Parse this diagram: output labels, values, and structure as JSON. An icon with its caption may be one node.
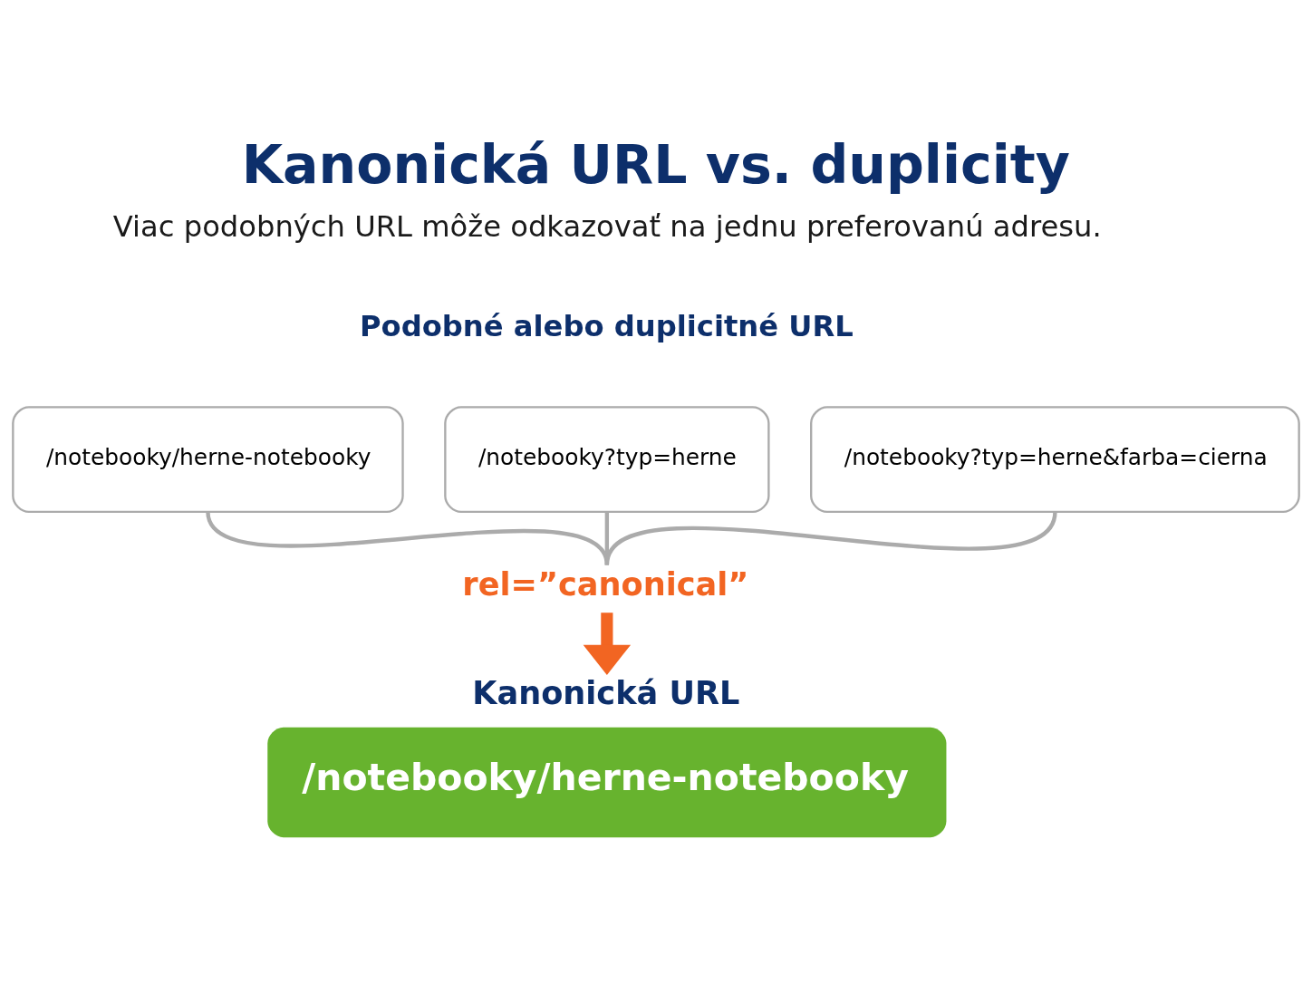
{
  "diagram": {
    "title": "Kanonická URL vs. duplicity",
    "nodes": [
      {
        "text": [
          "/notebooky/herne-notebooky"
        ]
      },
      {
        "text": [
          "/notebooky?typ=herne"
        ]
      },
      {
        "text": [
          "/notebooky?typ=herne&farba=cierna"
        ]
      },
      {
        "text": [
          "rel=”canonical”"
        ]
      },
      {
        "text": [
          "Kanonická URL",
          "/notebooky/herne-notebooky"
        ]
      }
    ],
    "edges": [
      {
        "from": 0,
        "to": 3,
        "arrow": "none"
      },
      {
        "from": 1,
        "to": 3,
        "arrow": "none"
      },
      {
        "from": 2,
        "to": 3,
        "arrow": "none"
      },
      {
        "from": 3,
        "to": 4,
        "arrow": "to",
        "style": "thick",
        "color": "#f26522"
      }
    ],
    "labels": [
      "Viac podobných URL môže odkazovať na jednu preferovanú adresu.",
      "Podobné alebo duplicitné URL"
    ]
  }
}
